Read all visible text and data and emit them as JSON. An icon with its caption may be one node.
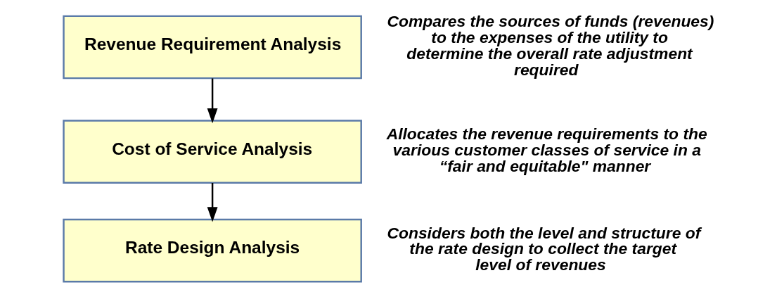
{
  "diagram": {
    "nodes": [
      {
        "text": [
          "Revenue Requirement Analysis"
        ],
        "beside": [
          "Compares the sources of funds (revenues) to the expenses of the utility to determine the overall rate adjustment required"
        ]
      },
      {
        "text": [
          "Cost of Service Analysis"
        ],
        "beside": [
          "Allocates the revenue requirements to the various customer classes of service in a “fair and equitable\" manner"
        ]
      },
      {
        "text": [
          "Rate Design Analysis"
        ],
        "beside": [
          "Considers both the level and structure of the rate design to collect the target level of revenues"
        ]
      }
    ],
    "edges": [
      {
        "from": 0,
        "to": 1,
        "arrow": "to"
      },
      {
        "from": 1,
        "to": 2,
        "arrow": "to"
      }
    ]
  }
}
